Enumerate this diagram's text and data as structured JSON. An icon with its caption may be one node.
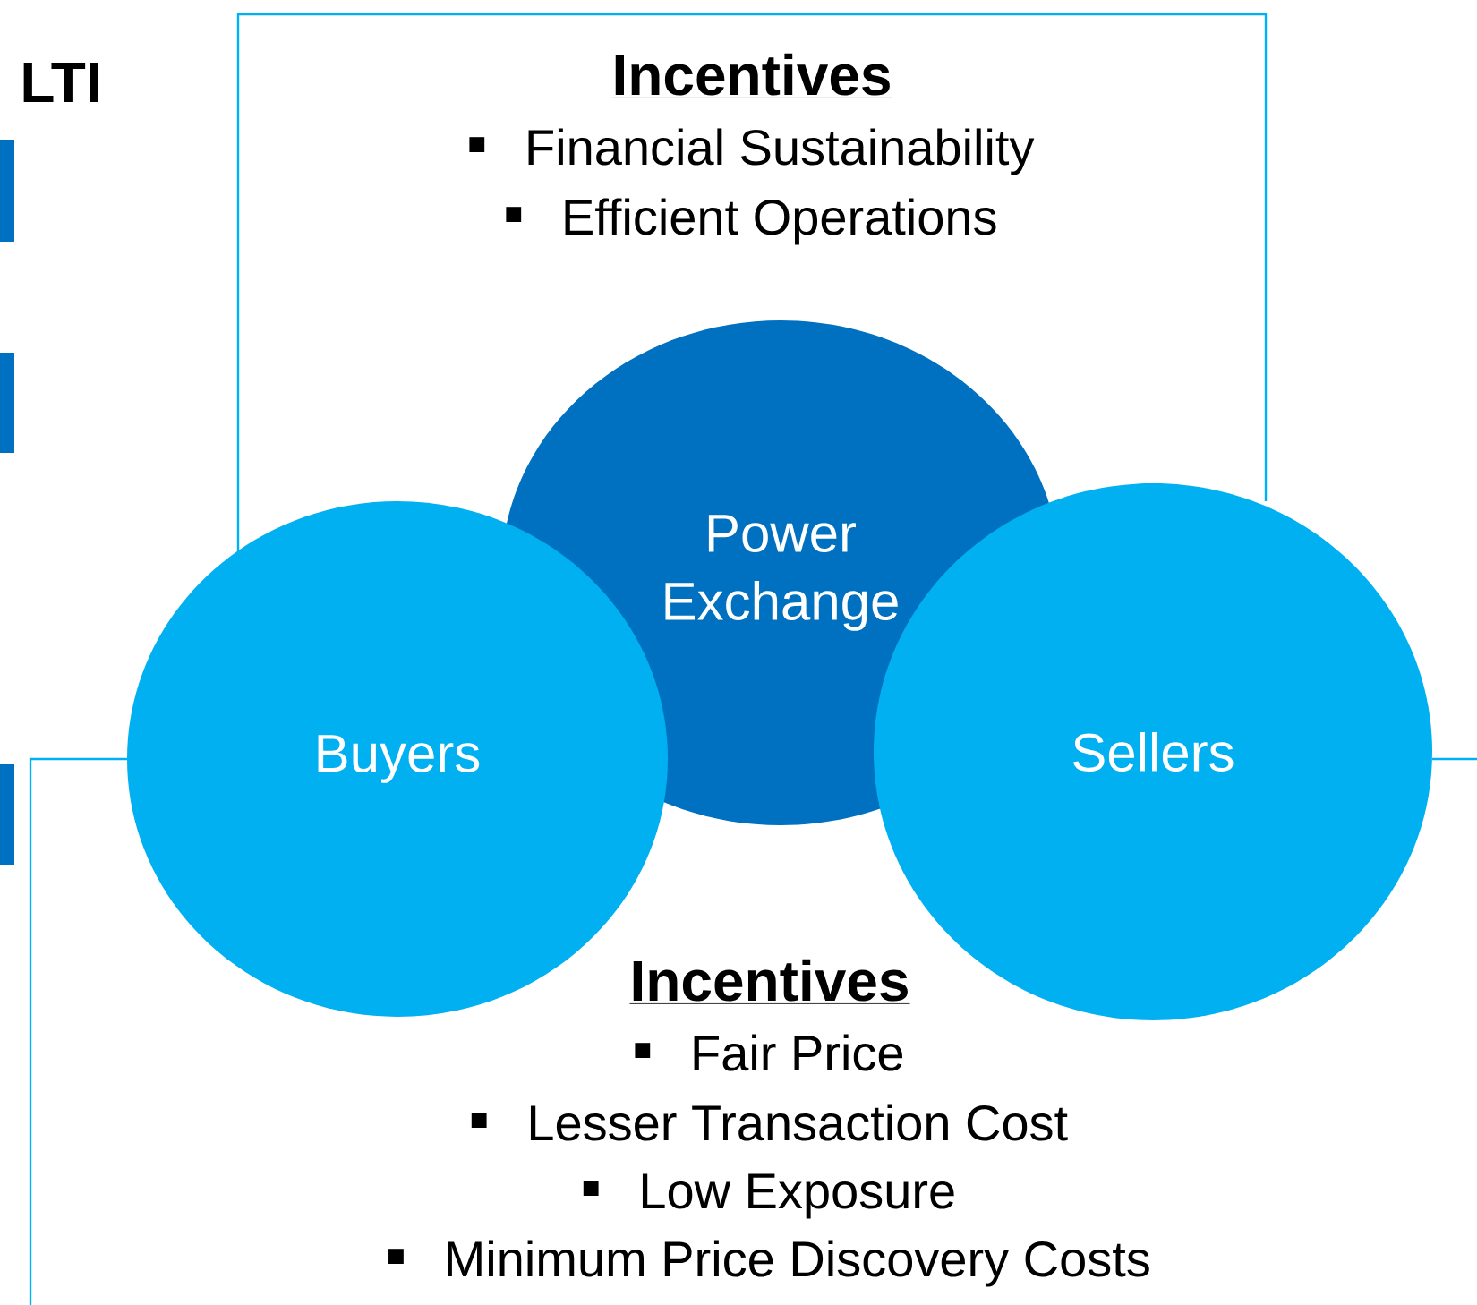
{
  "diagram": {
    "nodes": [
      {
        "text": [
          "Incentives",
          "Financial Sustainability",
          "Efficient Operations"
        ]
      },
      {
        "text": [
          "Power Exchange"
        ]
      },
      {
        "text": [
          "Buyers"
        ]
      },
      {
        "text": [
          "Sellers"
        ]
      },
      {
        "text": [
          "Incentives",
          "Fair Price",
          "Lesser Transaction Cost",
          "Low Exposure",
          "Minimum Price Discovery Costs"
        ]
      }
    ],
    "labels": [
      "LTI"
    ]
  }
}
